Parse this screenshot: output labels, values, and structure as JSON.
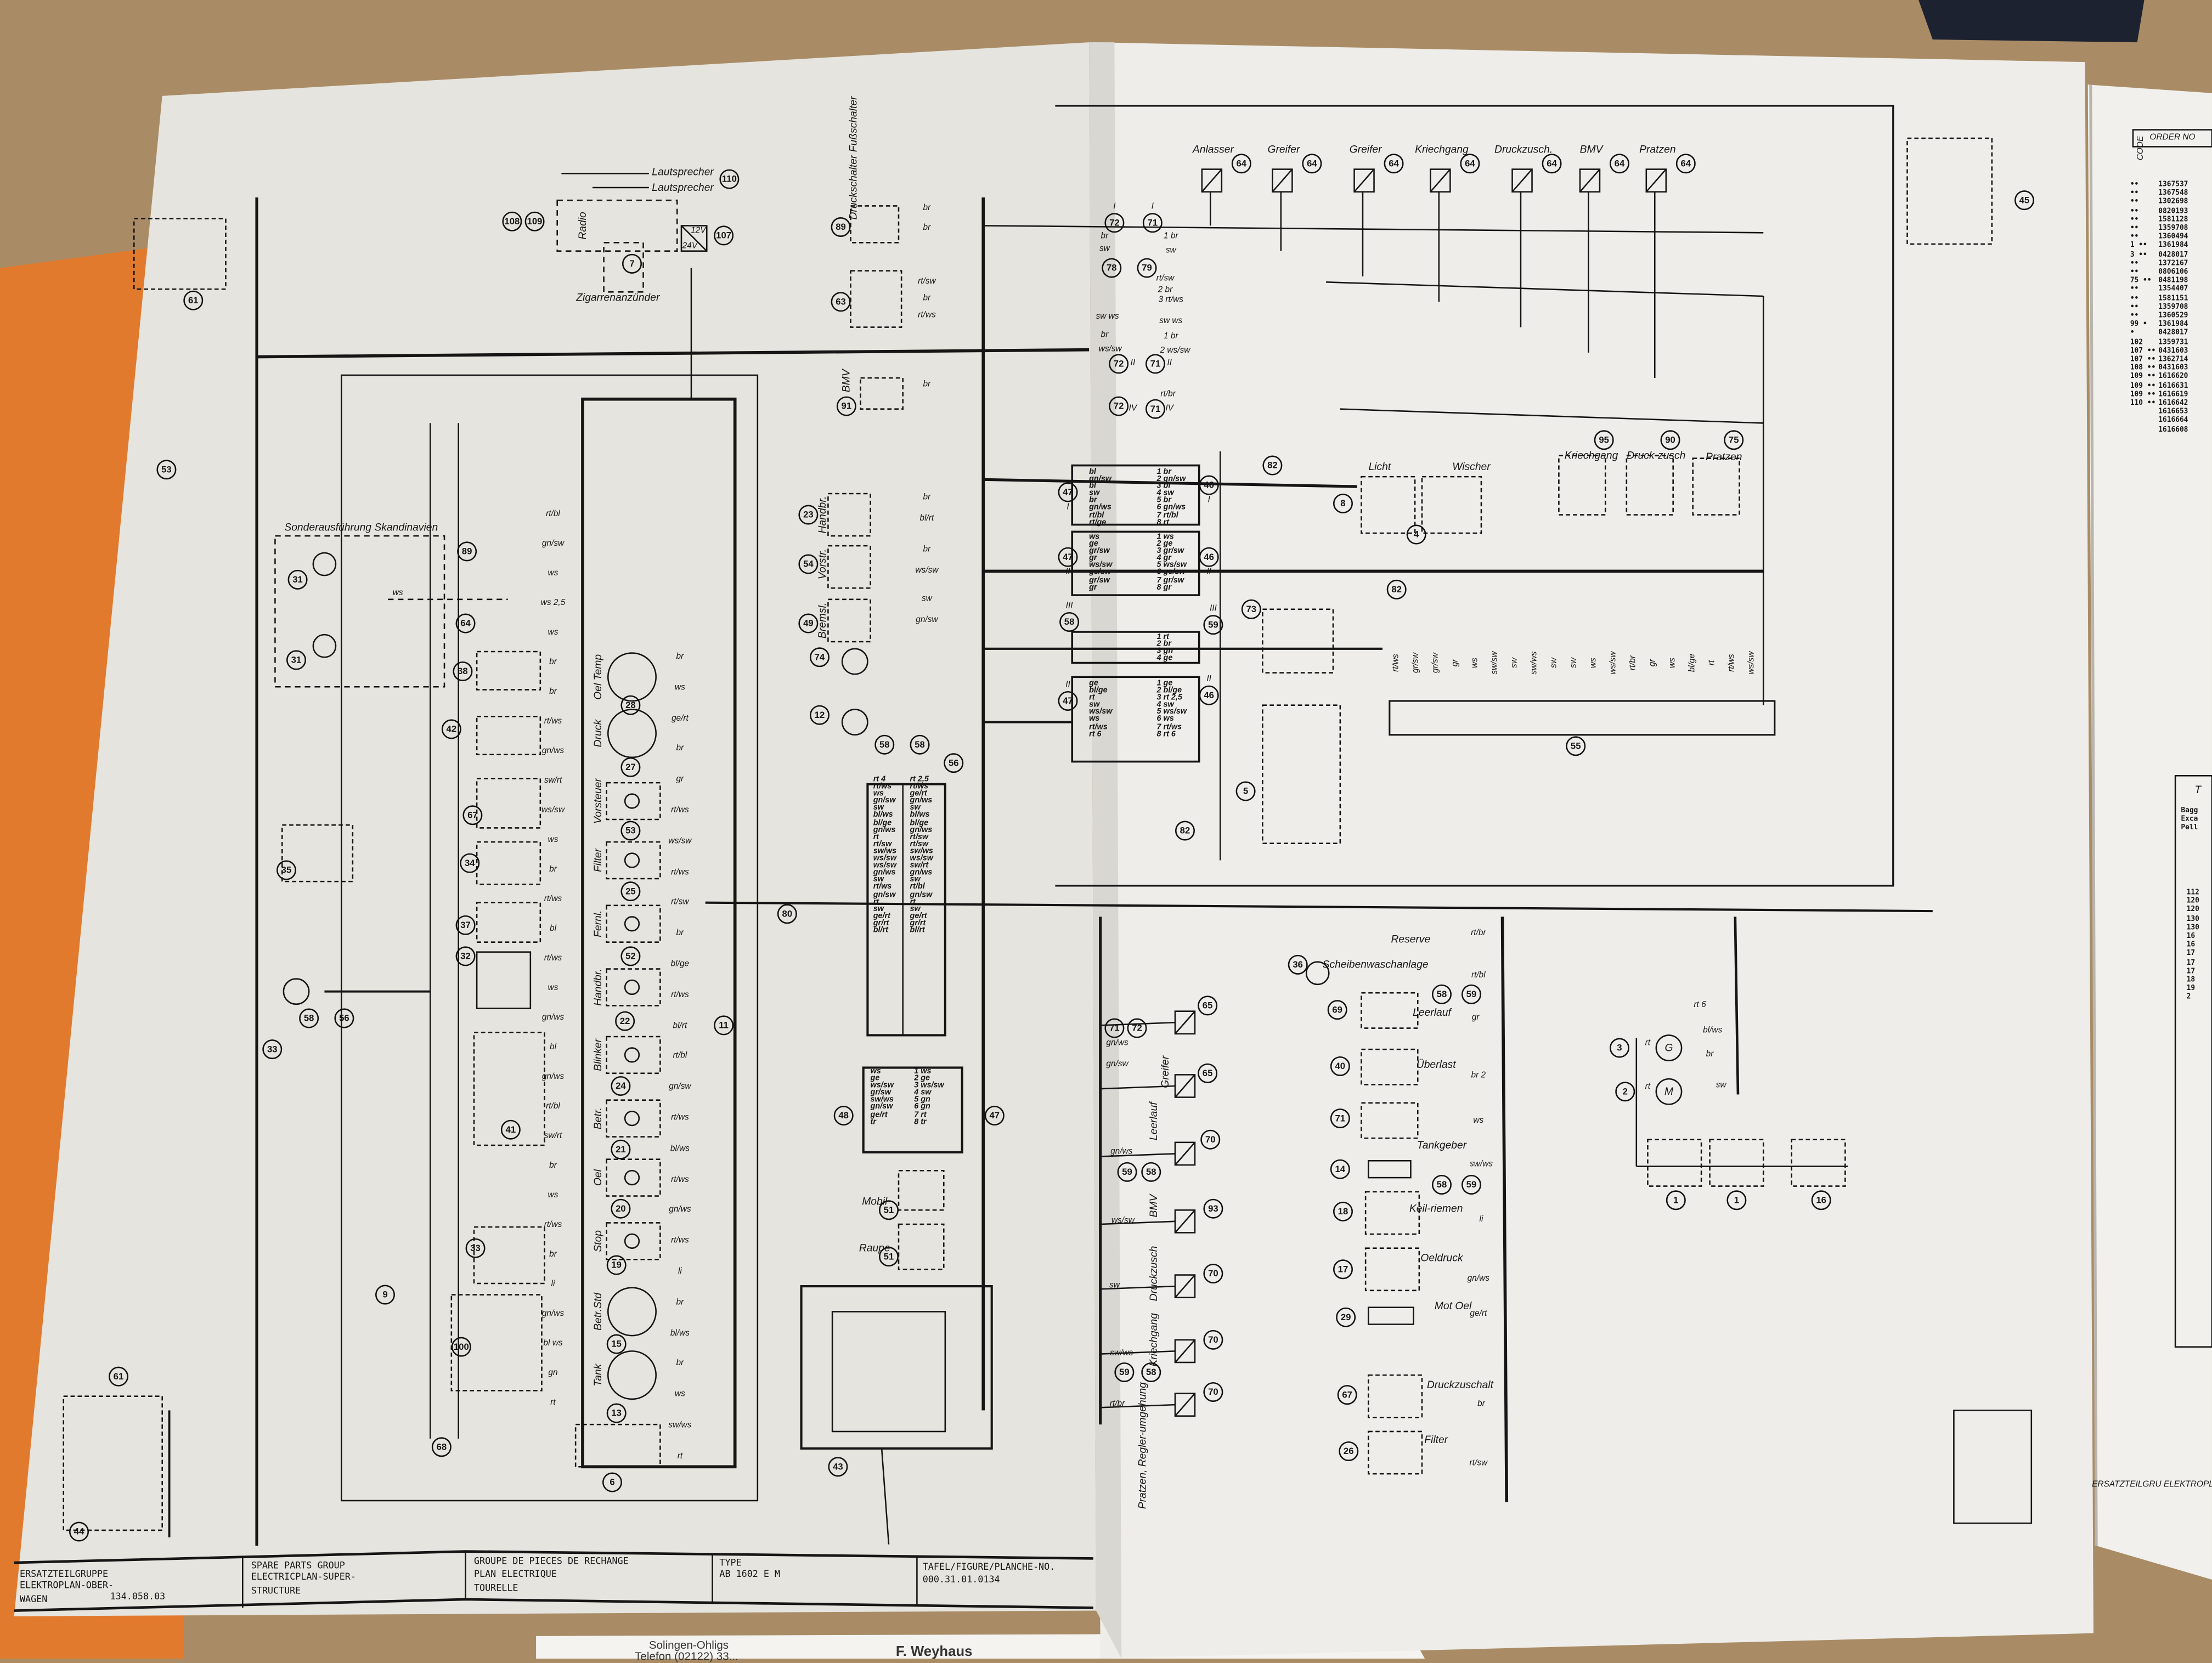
{
  "title_block": {
    "group_de_label": "ERSATZTEILGRUPPE",
    "group_de_line1": "ELEKTROPLAN-OBER-",
    "group_de_line2": "WAGEN",
    "group_number": "134.058.03",
    "group_en_label": "SPARE PARTS GROUP",
    "group_en_line1": "ELECTRICPLAN-SUPER-",
    "group_en_line2": "STRUCTURE",
    "group_fr_label": "GROUPE DE PIECES DE RECHANGE",
    "group_fr_line1": "PLAN ELECTRIQUE",
    "group_fr_line2": "TOURELLE",
    "type_label": "TYPE",
    "type": "AB 1602 E M",
    "plate_label": "TAFEL/FIGURE/PLANCHE-NO.",
    "plate_number": "000.31.01.0134"
  },
  "left_page": {
    "refs": [
      "110",
      "108",
      "109",
      "107",
      "7",
      "61",
      "53",
      "31",
      "31",
      "89",
      "64",
      "38",
      "42",
      "67",
      "34",
      "37",
      "32",
      "35",
      "33",
      "58",
      "56",
      "41",
      "33",
      "9",
      "100",
      "68",
      "6",
      "61",
      "44",
      "11",
      "80",
      "28",
      "27",
      "53",
      "25",
      "52",
      "22",
      "24",
      "21",
      "20",
      "19",
      "15",
      "13"
    ],
    "labels": {
      "speaker_1": "Lautsprecher",
      "speaker_2": "Lautsprecher",
      "radio": "Radio",
      "cigar_lighter": "Zigarrenanzünder",
      "scandinavia": "Sonderausführung Skandinavien",
      "v12": "12V",
      "v24": "24V"
    },
    "gauges": [
      "Oel Temp",
      "Druck",
      "Vorsteuer",
      "Filter",
      "Fernl.",
      "Handbr.",
      "Blinker",
      "Betr.",
      "Oel",
      "Stop",
      "Betr.Std",
      "Tank"
    ],
    "gauge_wires": [
      "br",
      "ws",
      "ge/rt",
      "br",
      "gr",
      "rt/ws",
      "ws/sw",
      "rt/ws",
      "rt/sw",
      "br",
      "bl/ge",
      "rt/ws",
      "bl/rt",
      "rt/bl",
      "gn/sw",
      "rt/ws",
      "bl/ws",
      "rt/ws",
      "gn/ws",
      "rt/ws",
      "li",
      "br",
      "bl/ws",
      "br",
      "ws",
      "sw/ws",
      "rt"
    ],
    "relay_wires": [
      "rt/bl",
      "gn/sw",
      "ws",
      "ws 2,5",
      "ws",
      "br",
      "br",
      "rt/ws",
      "gn/ws",
      "sw/rt",
      "ws/sw",
      "ws",
      "br",
      "rt/ws",
      "bl",
      "rt/ws",
      "ws",
      "gn/ws",
      "bl",
      "gn/ws",
      "rt/bl",
      "sw/rt",
      "br",
      "ws",
      "rt/ws",
      "br",
      "li",
      "gn/ws",
      "bl ws",
      "gn",
      "rt"
    ],
    "scandinavia_wire": "ws"
  },
  "middle_column": {
    "refs": [
      "89",
      "63",
      "91",
      "23",
      "54",
      "49",
      "74",
      "12",
      "58",
      "58",
      "56",
      "48",
      "47",
      "51",
      "51",
      "43"
    ],
    "labels": [
      "Druckschalter Fußschalter",
      "BMV",
      "Handbr.",
      "Vorstr.",
      "Bremsl.",
      "Mobil",
      "Raupe"
    ],
    "wires": [
      "br",
      "br",
      "rt/sw",
      "br",
      "rt/ws",
      "br",
      "br",
      "bl/rt",
      "br",
      "ws/sw",
      "sw",
      "gn/sw"
    ],
    "connector_56_left": [
      "rt 4",
      "rt/ws",
      "ws",
      "gn/sw",
      "sw",
      "bl/ws",
      "bl/ge",
      "gn/ws",
      "rt",
      "rt/sw",
      "sw/ws",
      "ws/sw",
      "ws/sw",
      "gn/ws",
      "sw",
      "rt/ws",
      "gn/sw",
      "rt",
      "sw",
      "ge/rt",
      "gr/rt",
      "bl/rt"
    ],
    "connector_56_right": [
      "rt 2,5",
      "rt/ws",
      "ge/rt",
      "gn/ws",
      "sw",
      "bl/ws",
      "bl/ge",
      "gn/ws",
      "rt/sw",
      "rt/sw",
      "sw/ws",
      "ws/sw",
      "sw/rt",
      "gn/ws",
      "sw",
      "rt/bl",
      "gn/sw",
      "rt",
      "sw",
      "ge/rt",
      "gr/rt",
      "bl/rt"
    ],
    "connector_48": [
      "ws",
      "ge",
      "ws/sw",
      "gr/sw",
      "sw/ws",
      "gn/sw",
      "ge/rt",
      "tr"
    ],
    "connector_47": [
      "1 ws",
      "2 ge",
      "3 ws/sw",
      "4 sw",
      "5 gn",
      "6 gn",
      "7 rt",
      "8 tr"
    ]
  },
  "right_page": {
    "relays": [
      "Anlasser",
      "Greifer",
      "Greifer",
      "Kriechgang",
      "Druckzusch.",
      "BMV",
      "Pratzen"
    ],
    "relay_ref": "64",
    "refs": [
      "72",
      "71",
      "78",
      "79",
      "72",
      "71",
      "72",
      "71",
      "47",
      "46",
      "47",
      "46",
      "58",
      "59",
      "47",
      "46",
      "82",
      "82",
      "82",
      "8",
      "4",
      "95",
      "90",
      "75",
      "73",
      "5",
      "55"
    ],
    "roman": [
      "I",
      "I",
      "II",
      "II",
      "IV",
      "IV",
      "I",
      "I",
      "II",
      "II",
      "III",
      "III",
      "II",
      "II"
    ],
    "labels": [
      "Licht",
      "Wischer",
      "Kriechgang",
      "Druck-zusch",
      "Pratzen"
    ],
    "plug_wires": [
      "br",
      "sw",
      "1 br",
      "sw",
      "rt/sw",
      "2 br",
      "3 rt/ws",
      "sw ws",
      "sw ws",
      "br",
      "ws/sw",
      "1 br",
      "2 ws/sw",
      "rt/br"
    ],
    "connector_I_left": [
      "bl",
      "gn/sw",
      "bl",
      "sw",
      "br",
      "gn/ws",
      "rt/bl",
      "rt/ge"
    ],
    "connector_I_right": [
      "1 br",
      "2 gn/sw",
      "3 bl",
      "4 sw",
      "5 br",
      "6 gn/ws",
      "7 rt/bl",
      "8 rt"
    ],
    "connector_II_left": [
      "ws",
      "ge",
      "gr/sw",
      "gr",
      "ws/sw",
      "ge/sw",
      "gr/sw",
      "gr"
    ],
    "connector_II_right": [
      "1 ws",
      "2 ge",
      "3 gr/sw",
      "4 gr",
      "5 ws/sw",
      "6 ge/sw",
      "7 gr/sw",
      "8 gr"
    ],
    "connector_III_right": [
      "1 rt",
      "2 br",
      "3 gn",
      "4 ge"
    ],
    "connector_IV_left": [
      "ge",
      "bl/ge",
      "rt",
      "sw",
      "ws/sw",
      "ws",
      "rt/ws",
      "rt 6"
    ],
    "connector_IV_right": [
      "1 ge",
      "2 bl/ge",
      "3 rt 2,5",
      "4 sw",
      "5 ws/sw",
      "6 ws",
      "7 rt/ws",
      "8 rt 6"
    ],
    "fuse_wires": [
      "rt/ws",
      "gr/sw",
      "gr/sw",
      "gr",
      "ws",
      "sw/sw",
      "sw",
      "sw/ws",
      "sw",
      "sw",
      "ws",
      "ws/sw",
      "rt/br",
      "gr",
      "ws",
      "bl/ge",
      "rt",
      "rt/ws",
      "ws/sw"
    ]
  },
  "lower_right": {
    "labels": [
      "Reserve",
      "Scheibenwaschanlage",
      "Leerlauf",
      "Überlast",
      "Tankgeber",
      "Keil-riemen",
      "Oeldruck",
      "Mot Oel",
      "Druckzuschalt",
      "Filter"
    ],
    "refs": [
      "36",
      "69",
      "40",
      "71",
      "14",
      "18",
      "17",
      "29",
      "67",
      "26",
      "58",
      "59",
      "58",
      "59"
    ],
    "wires": [
      "rt/br",
      "rt/bl",
      "gr",
      "br 2",
      "ws",
      "sw/ws",
      "li",
      "gn/ws",
      "ge/rt",
      "br",
      "rt/sw"
    ]
  },
  "valves": {
    "labels": [
      "Greifer",
      "Leerlauf",
      "BMV",
      "Druckzusch",
      "Kriechgang",
      "Pratzen, Regler-umgehung"
    ],
    "refs": [
      "71",
      "72",
      "65",
      "65",
      "70",
      "93",
      "70",
      "70",
      "70",
      "59",
      "58",
      "59",
      "58"
    ],
    "wires": [
      "gn/ws",
      "gn/sw",
      "gn/ws",
      "ws/sw",
      "sw",
      "sw/ws",
      "rt/br"
    ]
  },
  "generator": {
    "labels": [
      "G",
      "M"
    ],
    "refs": [
      "3",
      "2",
      "1",
      "1",
      "16"
    ],
    "wires": [
      "rt 6",
      "bl/ws",
      "br",
      "sw",
      "rt",
      "rt"
    ]
  },
  "far_right_page": {
    "ref": "45",
    "header_code": "CODE",
    "header_order": "ORDER NO",
    "order_numbers": [
      "1367537",
      "1367548",
      "1302698",
      "0820193",
      "",
      "1581128",
      "1359708",
      "1360494",
      "1361984",
      "0428017",
      "",
      "1372167",
      "0806106",
      "0481198",
      "1354407",
      "",
      "1581151",
      "1359708",
      "1360529",
      "1361984",
      "0428017",
      "",
      "1359731",
      "0431603",
      "",
      "1362714",
      "0431603",
      "1616620",
      "1616631",
      "1616619",
      "",
      "1616642",
      "1616653",
      "1616664",
      "1616608"
    ],
    "codes": [
      "",
      "",
      "••",
      "••",
      "",
      "••",
      "••",
      "••",
      "••",
      "••",
      "",
      "1 ••",
      "3 ••",
      "••",
      "••",
      "",
      "75 ••",
      "••",
      "••",
      "••",
      "••",
      "",
      "99 •",
      "•",
      "",
      "102",
      "",
      "107 ••",
      "107 ••",
      "108 ••",
      "",
      "109 ••",
      "109 ••",
      "109 ••",
      "110 ••"
    ],
    "type_table_header": "T",
    "type_table_names": [
      "Bagg",
      "Exca",
      "Pell"
    ],
    "type_table_rows": [
      "112",
      "120",
      "120",
      "130",
      "130",
      "16",
      "16",
      "17",
      "17",
      "17",
      "18",
      "19",
      "2"
    ],
    "footer": "ERSATZTEILGRU ELEKTROPLA WAGEN"
  },
  "under_sheet": {
    "line1": "Solingen-Ohligs",
    "line2": "Telefon (02122) 33...",
    "company": "F. Weyhaus"
  }
}
